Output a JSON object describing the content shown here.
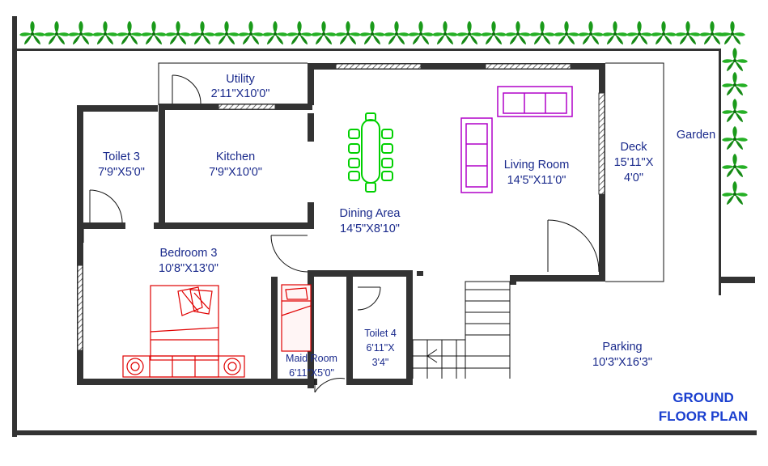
{
  "plan": {
    "title_line1": "GROUND",
    "title_line2": "FLOOR PLAN",
    "title_color": "#1a3fcf",
    "label_color": "#1a2a8c",
    "wall_color": "#333333",
    "furniture_colors": {
      "bedroom": "#e00000",
      "dining": "#00d000",
      "living": "#b000c8",
      "garden": "#1a9a1a"
    }
  },
  "rooms": {
    "utility": {
      "name": "Utility",
      "size": "2'11\"X10'0\""
    },
    "toilet3": {
      "name": "Toilet 3",
      "size": "7'9\"X5'0\""
    },
    "kitchen": {
      "name": "Kitchen",
      "size": "7'9\"X10'0\""
    },
    "bedroom3": {
      "name": "Bedroom 3",
      "size": "10'8\"X13'0\""
    },
    "dining": {
      "name": "Dining Area",
      "size": "14'5\"X8'10\""
    },
    "living": {
      "name": "Living Room",
      "size": "14'5\"X11'0\""
    },
    "deck": {
      "name": "Deck",
      "size_line1": "15'11\"X",
      "size_line2": "4'0\""
    },
    "garden": {
      "name": "Garden"
    },
    "maid": {
      "name": "Maid Room",
      "size": "6'11\"X5'0\""
    },
    "toilet4": {
      "name": "Toilet 4",
      "size_line1": "6'11\"X",
      "size_line2": "3'4\""
    },
    "parking": {
      "name": "Parking",
      "size": "10'3\"X16'3\""
    }
  }
}
